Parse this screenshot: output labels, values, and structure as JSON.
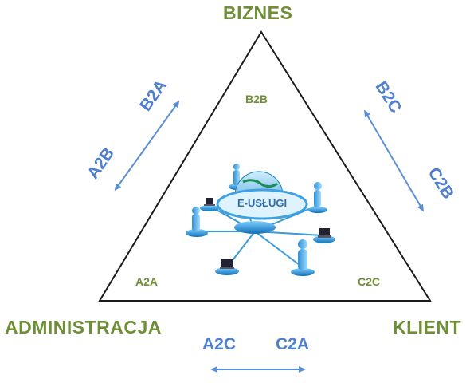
{
  "vertices": {
    "top": "BIZNES",
    "left": "ADMINISTRACJA",
    "right": "KLIENT"
  },
  "corners": {
    "top": "B2B",
    "left": "A2A",
    "right": "C2C"
  },
  "center_label": "E-USŁUGI",
  "relations": {
    "left_edge": {
      "upper": "B2A",
      "lower": "A2B"
    },
    "right_edge": {
      "upper": "B2C",
      "lower": "C2B"
    },
    "bottom_edge": {
      "left": "A2C",
      "right": "C2A"
    }
  },
  "colors": {
    "vertex_text": "#6f8f36",
    "relation_text": "#4f7fcf",
    "arrow": "#5b8fd6",
    "triangle": "#1a1a1a"
  }
}
